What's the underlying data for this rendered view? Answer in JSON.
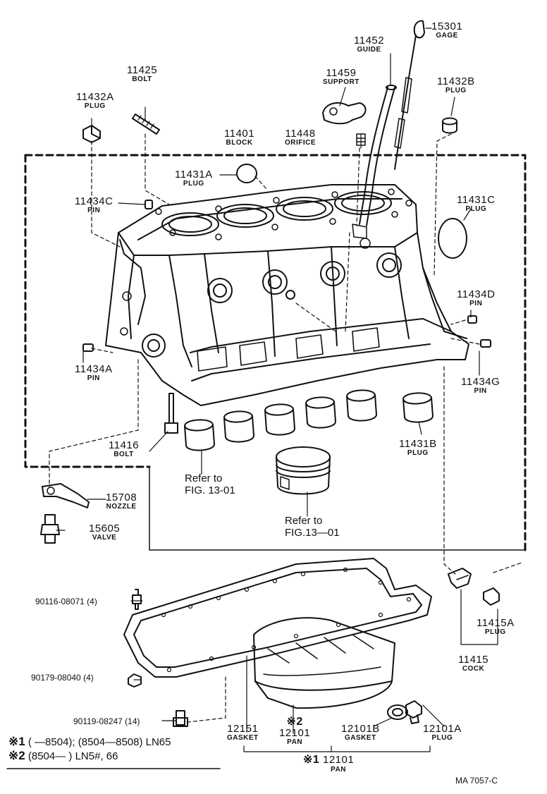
{
  "parts": [
    {
      "id": "p15301",
      "number": "15301",
      "name": "GAGE"
    },
    {
      "id": "p11452",
      "number": "11452",
      "name": "GUIDE"
    },
    {
      "id": "p11425",
      "number": "11425",
      "name": "BOLT"
    },
    {
      "id": "p11459",
      "number": "11459",
      "name": "SUPPORT"
    },
    {
      "id": "p11432b",
      "number": "11432B",
      "name": "PLUG"
    },
    {
      "id": "p11432a",
      "number": "11432A",
      "name": "PLUG"
    },
    {
      "id": "p11401",
      "number": "11401",
      "name": "BLOCK"
    },
    {
      "id": "p11448",
      "number": "11448",
      "name": "ORIFICE"
    },
    {
      "id": "p11431a",
      "number": "11431A",
      "name": "PLUG"
    },
    {
      "id": "p11434c",
      "number": "11434C",
      "name": "PIN"
    },
    {
      "id": "p11431c",
      "number": "11431C",
      "name": "PLUG"
    },
    {
      "id": "p11434d",
      "number": "11434D",
      "name": "PIN"
    },
    {
      "id": "p11434a",
      "number": "11434A",
      "name": "PIN"
    },
    {
      "id": "p11434g",
      "number": "11434G",
      "name": "PIN"
    },
    {
      "id": "p11416",
      "number": "11416",
      "name": "BOLT"
    },
    {
      "id": "p11431b",
      "number": "11431B",
      "name": "PLUG"
    },
    {
      "id": "p15708",
      "number": "15708",
      "name": "NOZZLE"
    },
    {
      "id": "p15605",
      "number": "15605",
      "name": "VALVE"
    },
    {
      "id": "p11415a",
      "number": "11415A",
      "name": "PLUG"
    },
    {
      "id": "p11415",
      "number": "11415",
      "name": "COCK"
    },
    {
      "id": "p12151",
      "number": "12151",
      "name": "GASKET"
    },
    {
      "id": "p12101s2",
      "number": "12101",
      "name": "PAN"
    },
    {
      "id": "p12101b",
      "number": "12101B",
      "name": "GASKET"
    },
    {
      "id": "p12101a",
      "number": "12101A",
      "name": "PLUG"
    },
    {
      "id": "p12101s1",
      "number": "12101",
      "name": "PAN"
    }
  ],
  "mark2_inline": "※2",
  "mark1_inline": "※1",
  "refs": {
    "left": [
      "Refer to",
      "FIG. 13-01"
    ],
    "right": [
      "Refer  to",
      "FIG.13—01"
    ]
  },
  "hardware": {
    "h1": "90116-08071 (4)",
    "h2": "90179-08040 (4)",
    "h3": "90119-08247 (14)"
  },
  "notes": [
    {
      "mark": "※1",
      "text": "(      —8504); (8504—8508) LN65"
    },
    {
      "mark": "※2",
      "text": "(8504—        ) LN5#, 66"
    }
  ],
  "figure_code": "MA  7057-C"
}
